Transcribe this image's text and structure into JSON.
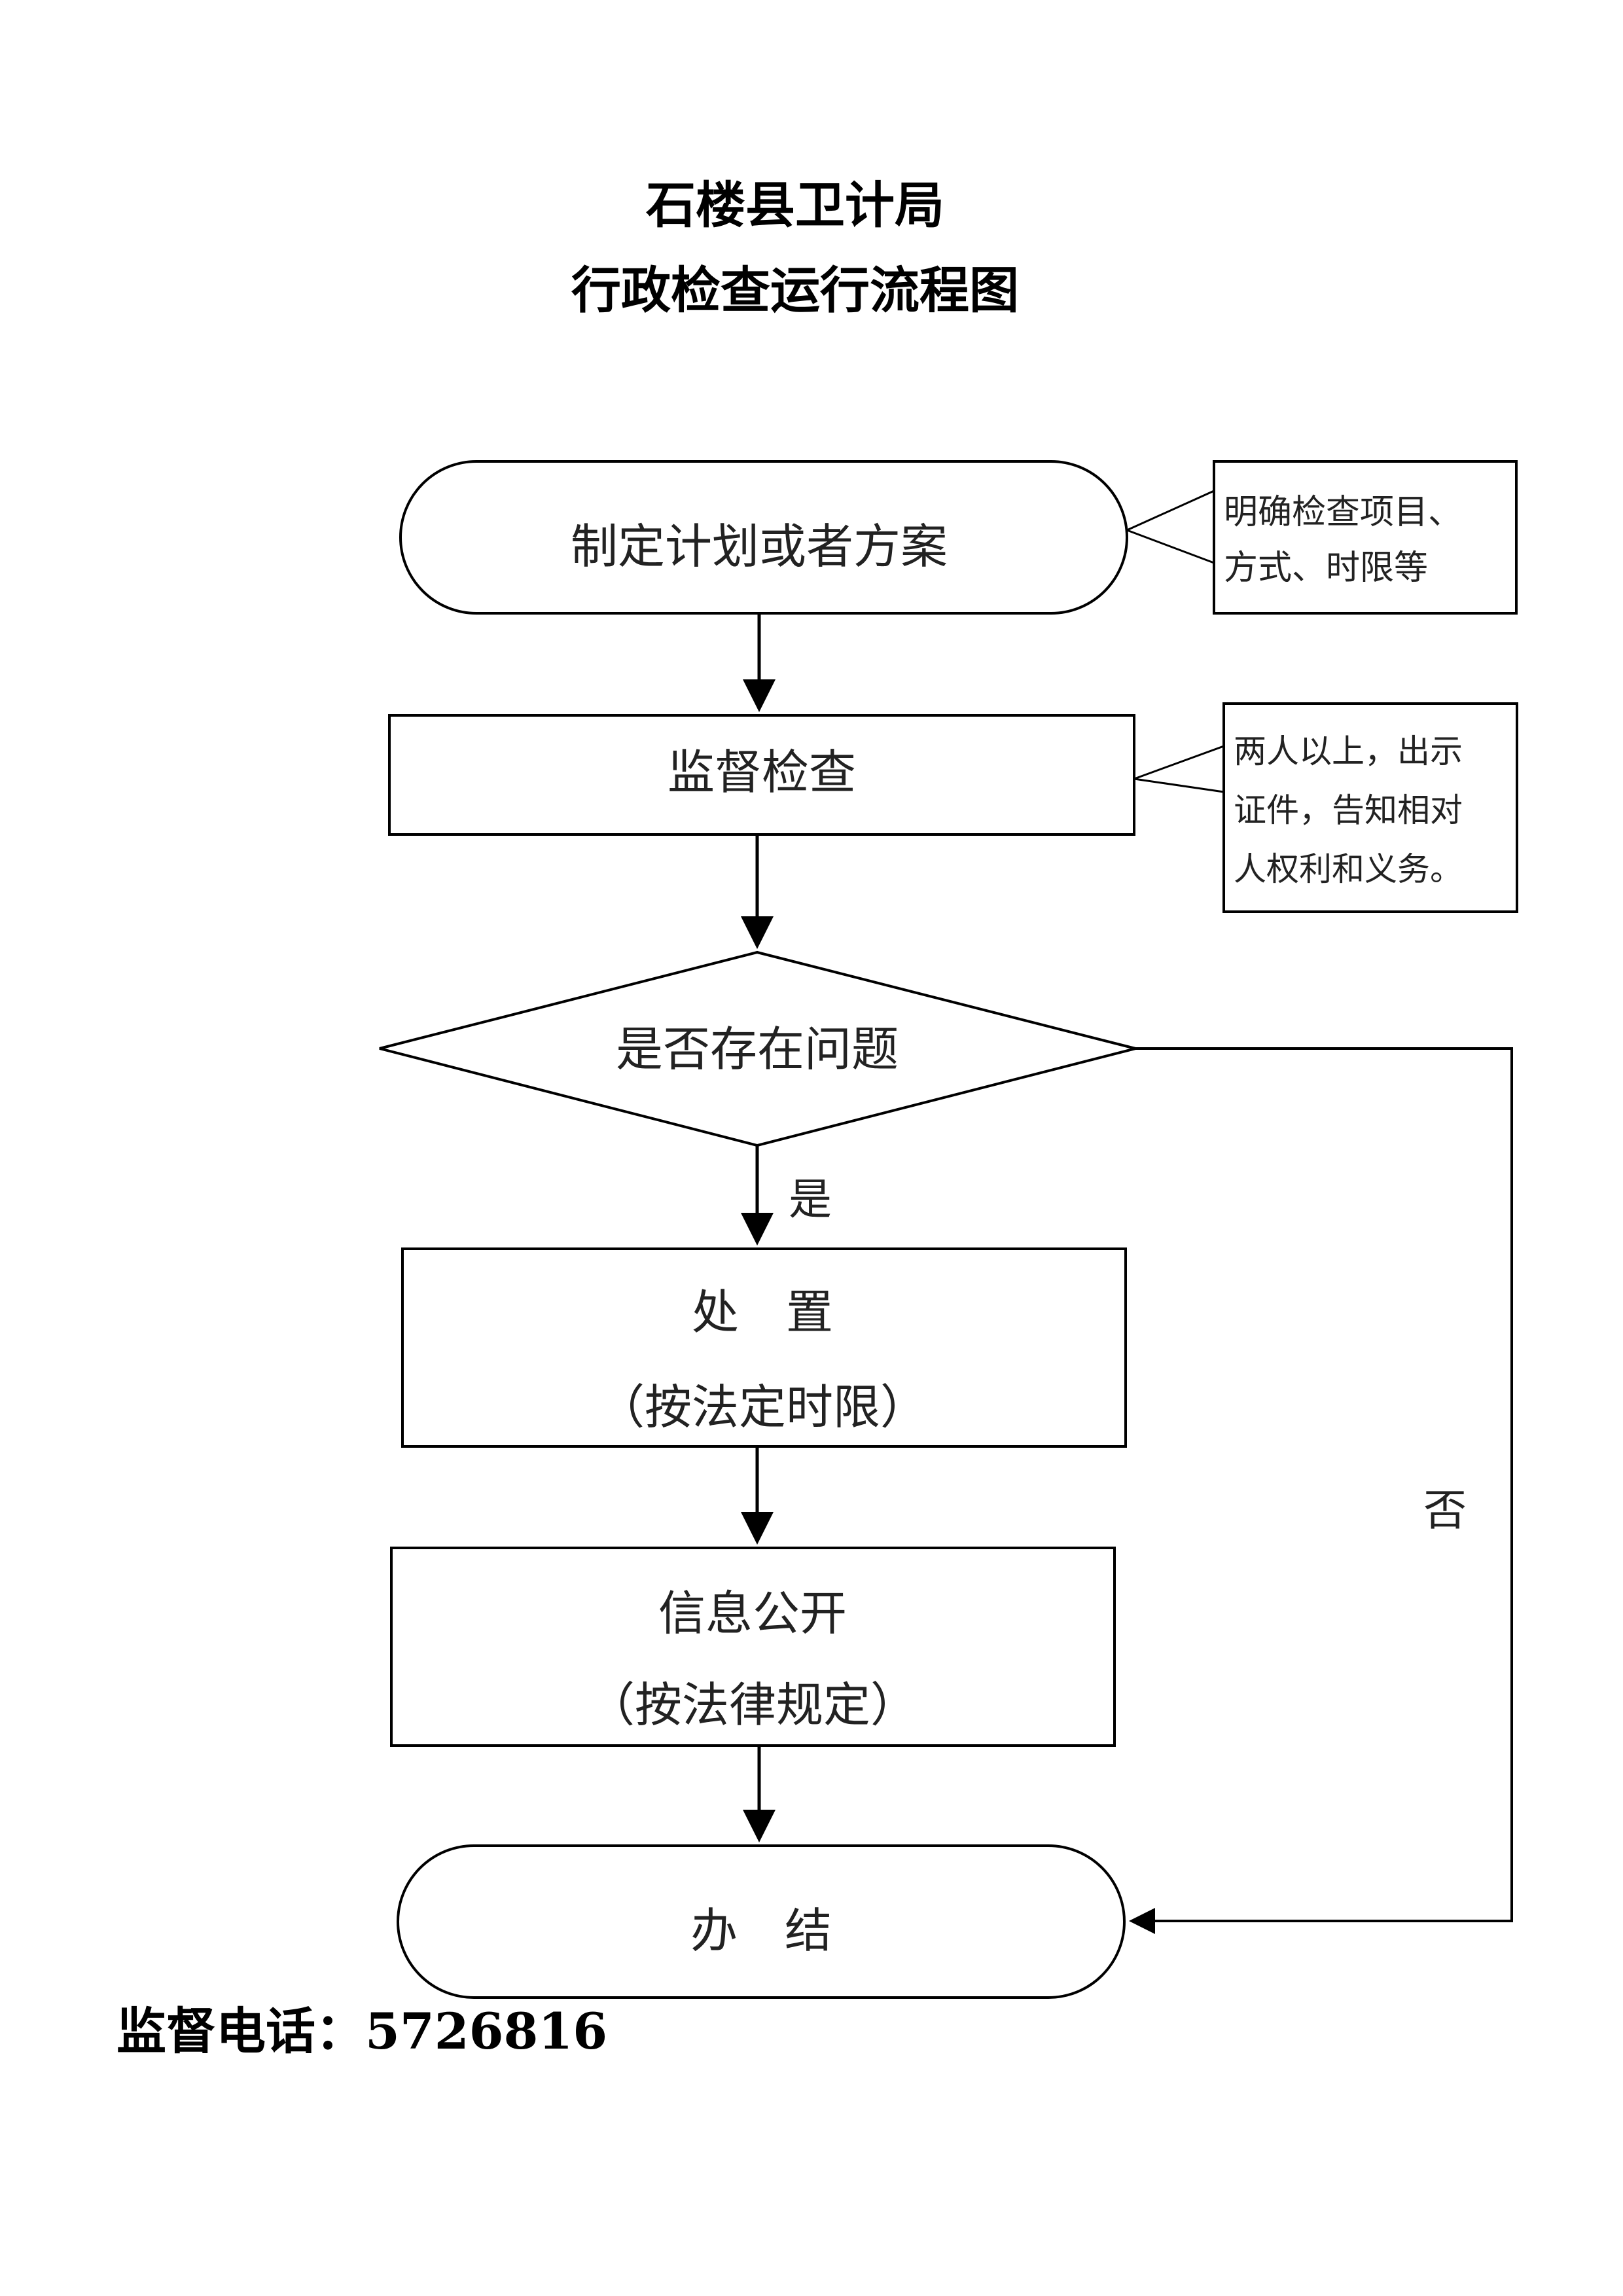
{
  "title": {
    "line1": "石楼县卫计局",
    "line2": "行政检查运行流程图"
  },
  "nodes": {
    "plan": "制定计划或者方案",
    "inspect": "监督检查",
    "decision": "是否存在问题",
    "dispose_line1": "处　置",
    "dispose_line2": "（按法定时限）",
    "disclose_line1": "信息公开",
    "disclose_line2": "（按法律规定）",
    "end": "办　结"
  },
  "notes": {
    "plan_note_line1": "明确检查项目、",
    "plan_note_line2": "方式、时限等",
    "inspect_note_line1": "两人以上，出示",
    "inspect_note_line2": "证件，告知相对",
    "inspect_note_line3": "人权利和义务。"
  },
  "edges": {
    "yes_label": "是",
    "no_label": "否"
  },
  "footer": {
    "phone": "监督电话：5726816"
  }
}
